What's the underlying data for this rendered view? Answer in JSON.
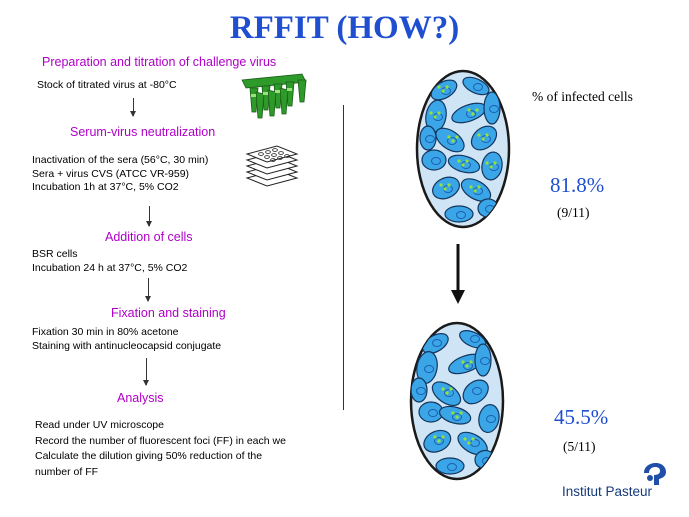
{
  "title": "RFFIT (HOW?)",
  "steps": [
    {
      "heading": "Preparation and titration of challenge virus",
      "lines": [
        "Stock of titrated virus at -80°C"
      ]
    },
    {
      "heading": "Serum-virus neutralization",
      "lines": [
        "Inactivation of the sera (56°C, 30 min)",
        "Sera + virus CVS (ATCC VR-959)",
        "Incubation 1h at 37°C, 5% CO2"
      ]
    },
    {
      "heading": "Addition of cells",
      "lines": [
        "BSR cells",
        "Incubation 24 h at 37°C, 5% CO2"
      ]
    },
    {
      "heading": "Fixation and staining",
      "lines": [
        "Fixation 30 min in 80% acetone",
        "Staining with antinucleocapsid conjugate"
      ]
    },
    {
      "heading": "Analysis",
      "lines": [
        "Read under UV microscope",
        "Record the number of fluorescent foci (FF) in each we",
        "Calculate the dilution giving 50% reduction of the",
        "number of FF"
      ]
    }
  ],
  "results": {
    "label": "% of infected cells",
    "top": {
      "percent": "81.8%",
      "fraction": "(9/11)"
    },
    "bottom": {
      "percent": "45.5%",
      "fraction": "(5/11)"
    }
  },
  "brand": {
    "name": "Institut Pasteur"
  },
  "colors": {
    "title": "#1f4fd0",
    "heading": "#b000c8",
    "cell": "#3aa6e8",
    "nucleus": "#1d5fb0",
    "focus": "#8fe33a",
    "brand": "#153a7a"
  }
}
